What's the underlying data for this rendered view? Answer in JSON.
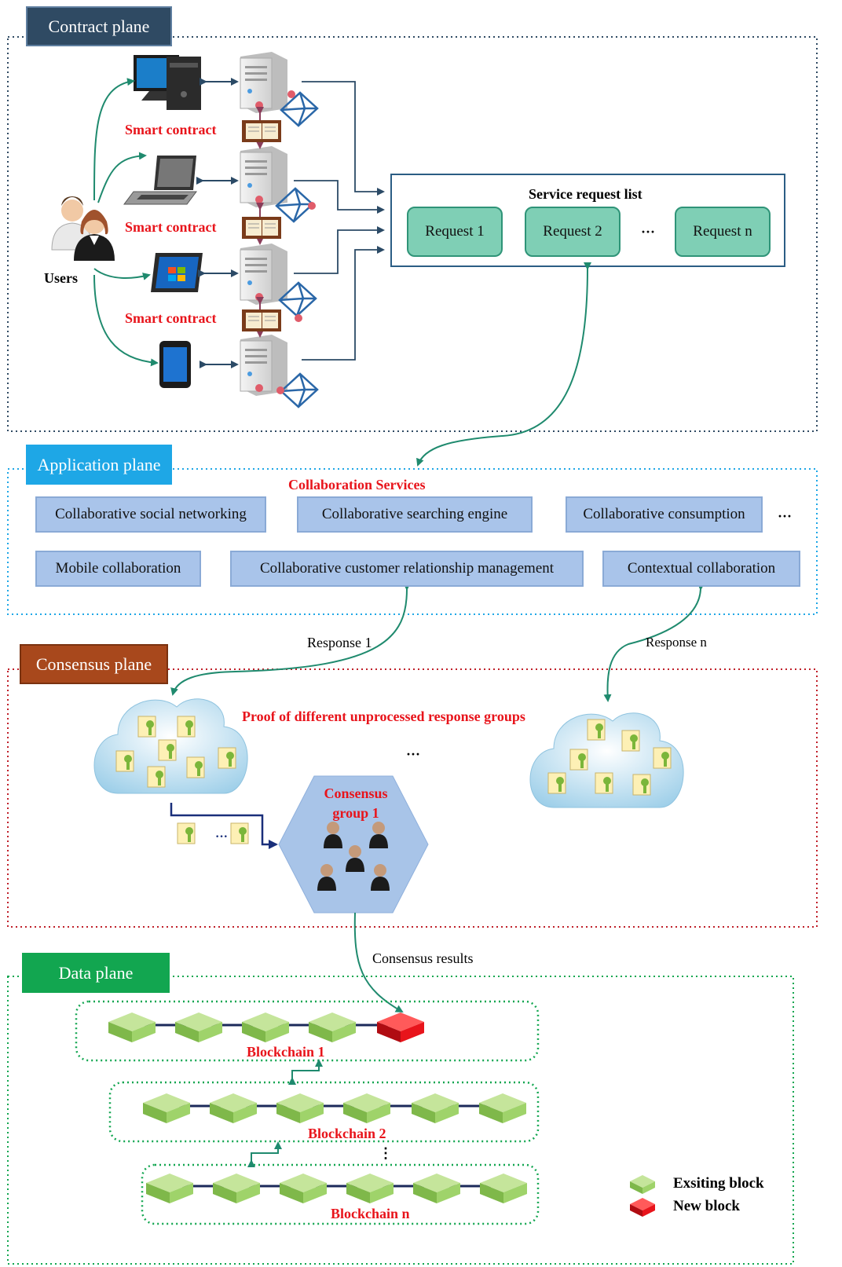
{
  "contract_plane": {
    "title": "Contract plane",
    "users_label": "Users",
    "smart_contract_labels": [
      "Smart contract",
      "Smart contract",
      "Smart contract"
    ],
    "service_request_list": {
      "title": "Service request list",
      "requests": [
        "Request 1",
        "Request 2",
        "Request n"
      ],
      "ellipsis": "···"
    }
  },
  "application_plane": {
    "title": "Application plane",
    "collab_title": "Collaboration Services",
    "services": [
      "Collaborative social networking",
      "Collaborative searching engine",
      "Collaborative consumption",
      "Mobile collaboration",
      "Collaborative customer relationship management",
      "Contextual collaboration"
    ],
    "ellipsis": "···"
  },
  "consensus_plane": {
    "title": "Consensus plane",
    "response_1": "Response 1",
    "response_n": "Response n",
    "proof_title": "Proof of different unprocessed response groups",
    "middle_ellipsis": "···",
    "docs_ellipsis": "···",
    "group_label": "Consensus group 1"
  },
  "data_plane": {
    "title": "Data plane",
    "consensus_results": "Consensus results",
    "chains": [
      "Blockchain 1",
      "Blockchain 2",
      "Blockchain n"
    ],
    "chain_ellipsis": "⋮",
    "legend": {
      "existing": "Exsiting block",
      "new": "New block"
    }
  },
  "colors": {
    "contract_tag": "#2f4a63",
    "application_tag": "#1ea7e6",
    "consensus_tag": "#a8481c",
    "data_tag": "#12a650",
    "arrow_teal": "#1f8a6e",
    "block_green": "#9fd36a",
    "block_red": "#e8141b"
  }
}
